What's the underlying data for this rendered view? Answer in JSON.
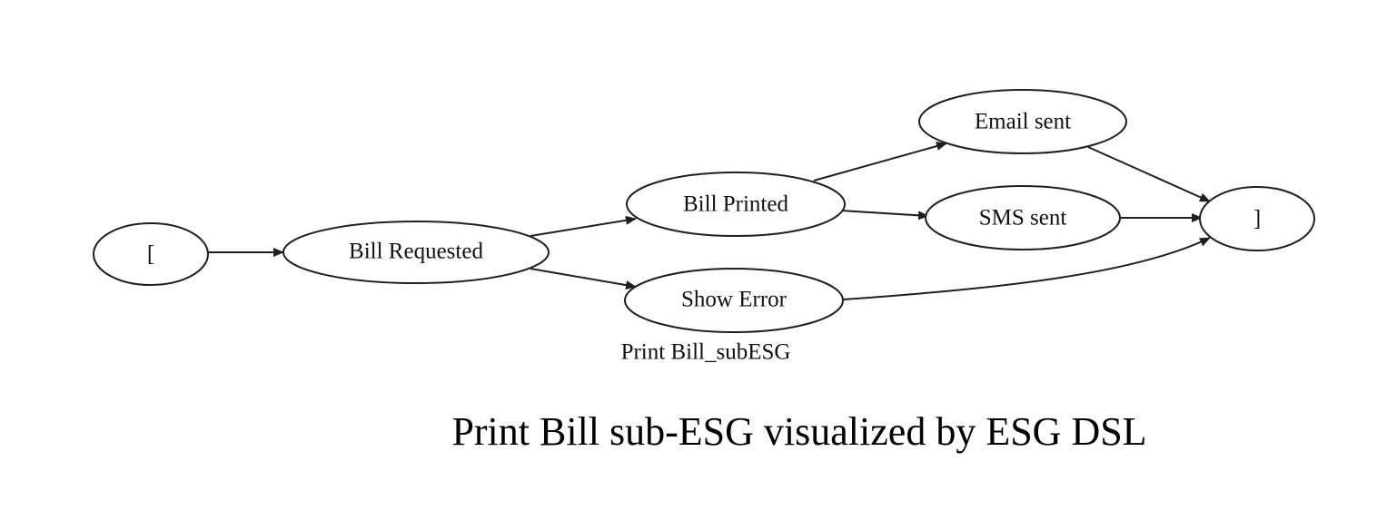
{
  "diagram": {
    "nodes": [
      {
        "id": "start",
        "label": "["
      },
      {
        "id": "bill_requested",
        "label": "Bill Requested"
      },
      {
        "id": "bill_printed",
        "label": "Bill Printed"
      },
      {
        "id": "show_error",
        "label": "Show Error"
      },
      {
        "id": "email_sent",
        "label": "Email sent"
      },
      {
        "id": "sms_sent",
        "label": "SMS sent"
      },
      {
        "id": "end",
        "label": "]"
      }
    ],
    "edges": [
      {
        "from": "start",
        "to": "bill_requested"
      },
      {
        "from": "bill_requested",
        "to": "bill_printed"
      },
      {
        "from": "bill_requested",
        "to": "show_error"
      },
      {
        "from": "bill_printed",
        "to": "email_sent"
      },
      {
        "from": "bill_printed",
        "to": "sms_sent"
      },
      {
        "from": "email_sent",
        "to": "end"
      },
      {
        "from": "sms_sent",
        "to": "end"
      },
      {
        "from": "show_error",
        "to": "end"
      }
    ],
    "graph_label": "Print Bill_subESG"
  },
  "caption": "Print Bill sub-ESG visualized by ESG DSL"
}
